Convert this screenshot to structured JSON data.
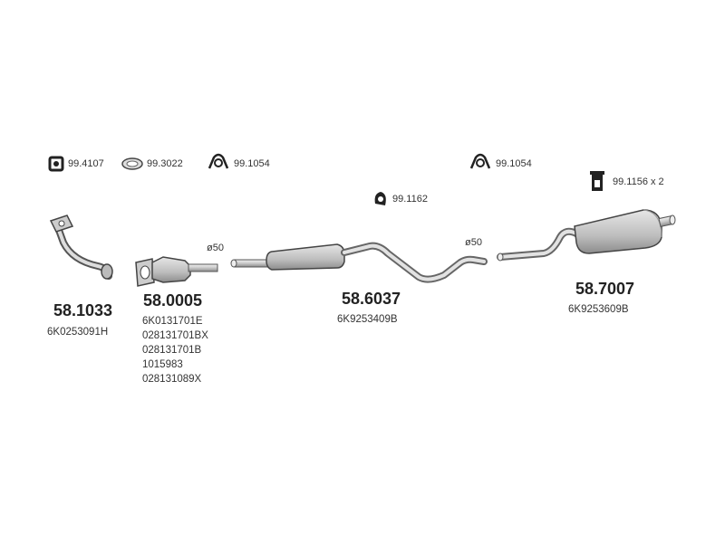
{
  "accessories": [
    {
      "code": "99.4107",
      "icon": "clamp-square-icon"
    },
    {
      "code": "99.3022",
      "icon": "gasket-ring-icon"
    },
    {
      "code": "99.1054",
      "icon": "hanger-rubber-icon"
    },
    {
      "code": "99.1162",
      "icon": "bracket-icon"
    },
    {
      "code": "99.1054",
      "icon": "hanger-rubber-icon"
    },
    {
      "code": "99.1156 x 2",
      "icon": "mount-bracket-icon"
    }
  ],
  "diameters": [
    "ø50",
    "ø50"
  ],
  "parts": [
    {
      "number": "58.1033",
      "oem": [
        "6K0253091H"
      ],
      "icon": "front-pipe-icon"
    },
    {
      "number": "58.0005",
      "oem": [
        "6K0131701E",
        "028131701BX",
        "028131701B",
        "1015983",
        "028131089X"
      ],
      "icon": "catalytic-converter-icon"
    },
    {
      "number": "58.6037",
      "oem": [
        "6K9253409B"
      ],
      "icon": "middle-silencer-icon"
    },
    {
      "number": "58.7007",
      "oem": [
        "6K9253609B"
      ],
      "icon": "rear-silencer-icon"
    }
  ],
  "colors": {
    "line": "#555555",
    "fill": "#d9d9d9",
    "dark": "#333333"
  }
}
